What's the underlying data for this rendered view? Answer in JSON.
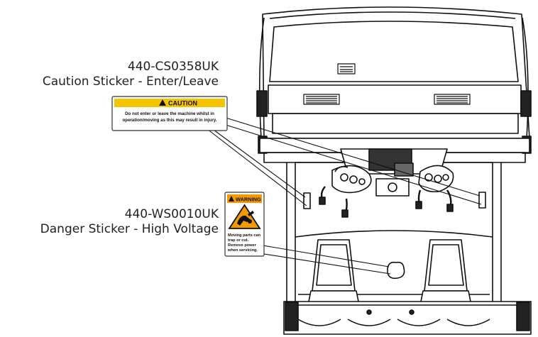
{
  "labels": {
    "caution": {
      "part_number": "440-CS0358UK",
      "description": "Caution Sticker - Enter/Leave"
    },
    "warning": {
      "part_number": "440-WS0010UK",
      "description": "Danger Sticker - High Voltage"
    }
  },
  "caution_sticker": {
    "header": "CAUTION",
    "line1": "Do not enter or leave the machine whilst in",
    "line2": "operation/moving as this may result in injury."
  },
  "warning_sticker": {
    "header": "WARNING",
    "line1": "Moving parts can",
    "line2": "trap or cut.",
    "line3": "Remove power",
    "line4": "when servicing."
  },
  "colors": {
    "caution_yellow": "#f5c400",
    "warning_orange": "#f29a00",
    "line": "#111111"
  }
}
